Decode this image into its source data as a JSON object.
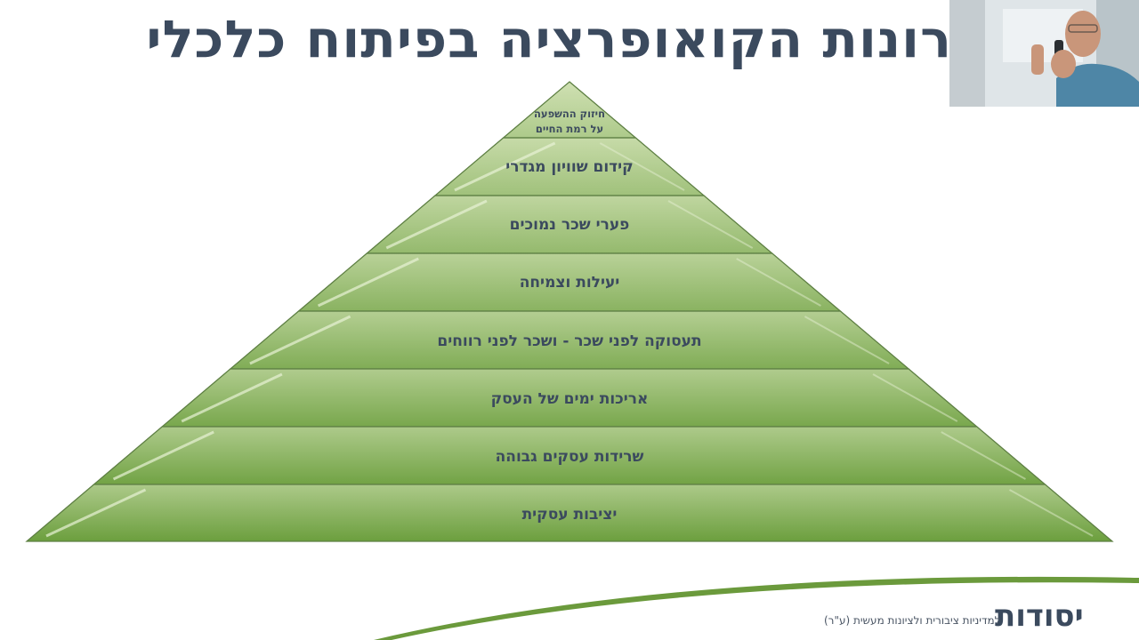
{
  "slide": {
    "title": "רונות הקואופרציה בפיתוח כלכלי"
  },
  "pyramid": {
    "tiers": [
      {
        "label_line1": "חיזוק ההשפעה",
        "label_line2": "על רמת החיים"
      },
      {
        "label": "קידום שוויון מגדרי"
      },
      {
        "label": "פערי שכר נמוכים"
      },
      {
        "label": "יעילות וצמיחה"
      },
      {
        "label": "תעסוקה לפני שכר - ושכר לפני רווחים"
      },
      {
        "label": "אריכות ימים של העסק"
      },
      {
        "label": "שרידות עסקים גבוהה"
      },
      {
        "label": "יציבות עסקית"
      }
    ],
    "colors": {
      "top": "#cfe0b2",
      "bottom": "#6c9f3e",
      "edge": "#4d7a2a",
      "divider": "#5e7f44",
      "highlight": "#e8f2d6"
    }
  },
  "footer": {
    "brand": "יסודות",
    "tagline": "למדיניות ציבורית ולציונות מעשית (ע\"ר)",
    "swoosh_color": "#6b9a3c"
  },
  "webcam": {
    "label": "presenter-video"
  }
}
